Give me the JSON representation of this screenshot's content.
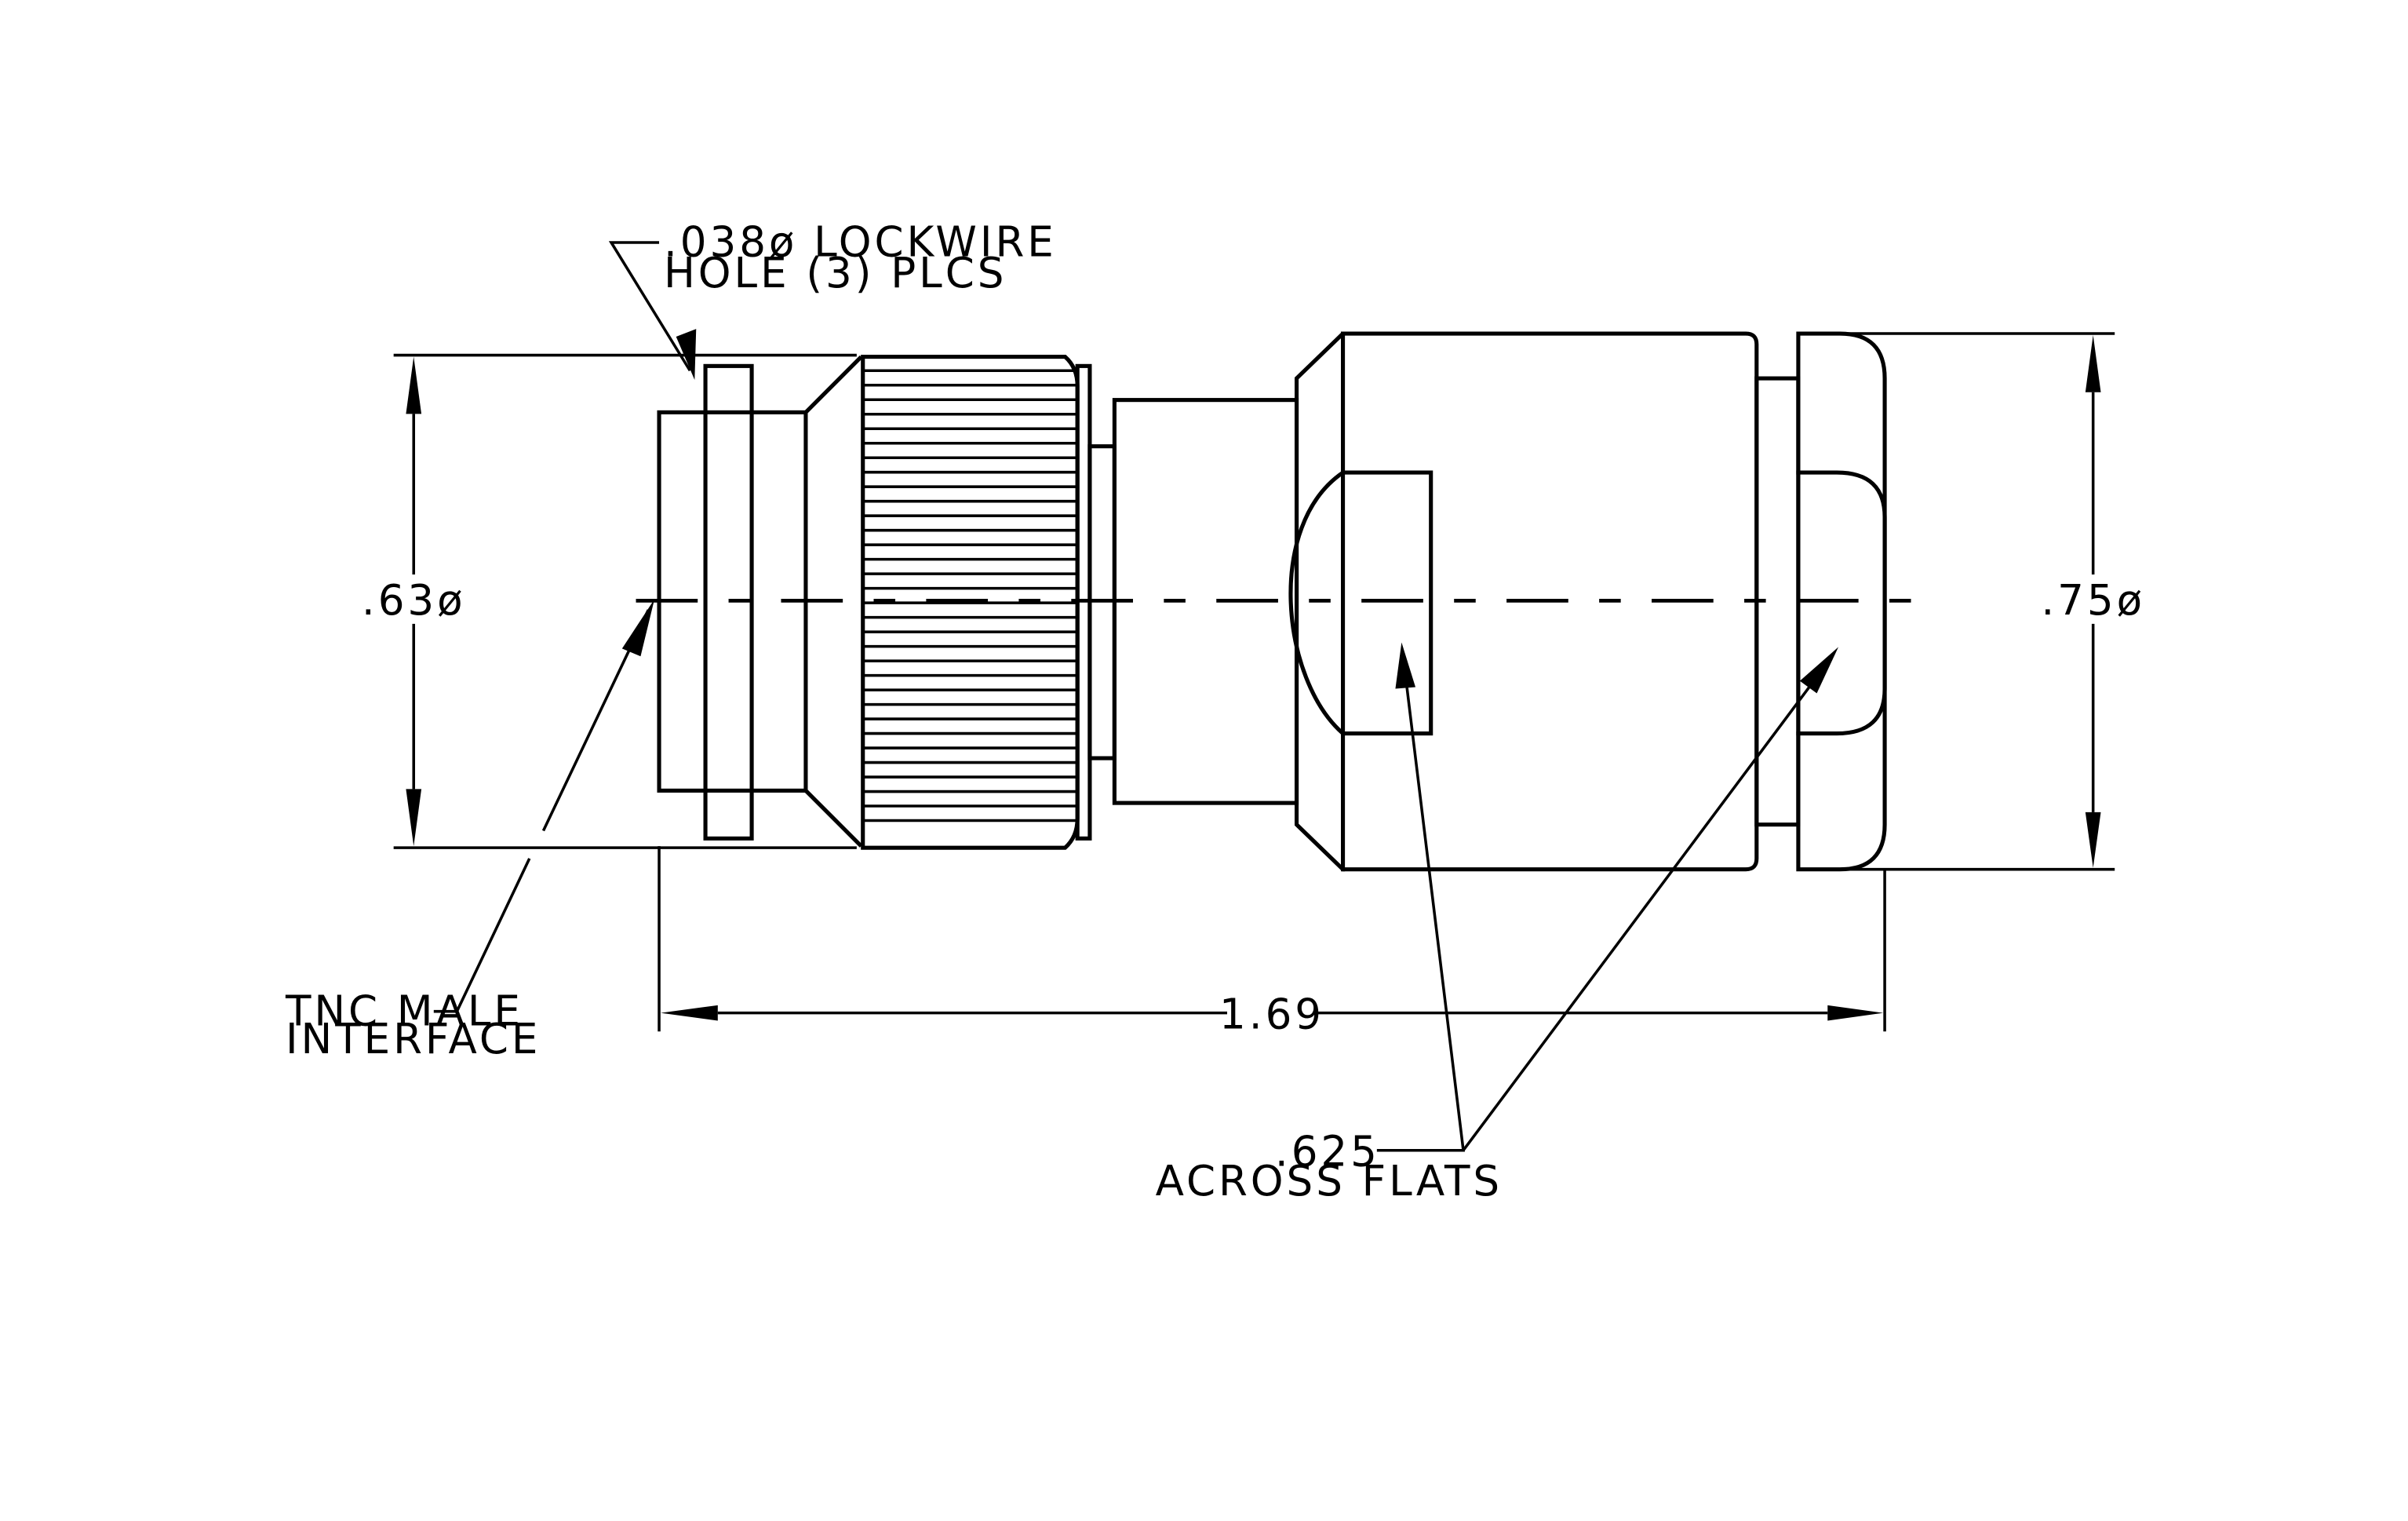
{
  "drawing": {
    "labels": {
      "lockwire_line1": ".038ø LOCKWIRE",
      "lockwire_line2": "HOLE (3) PLCS",
      "dia_left": ".63ø",
      "dia_right": ".75ø",
      "length": "1.69",
      "tnc_line1": "TNC MALE",
      "tnc_line2": "INTERFACE",
      "flats_line1": ".625",
      "flats_line2": "ACROSS FLATS"
    },
    "colors": {
      "line": "#000000",
      "background": "#ffffff"
    }
  }
}
